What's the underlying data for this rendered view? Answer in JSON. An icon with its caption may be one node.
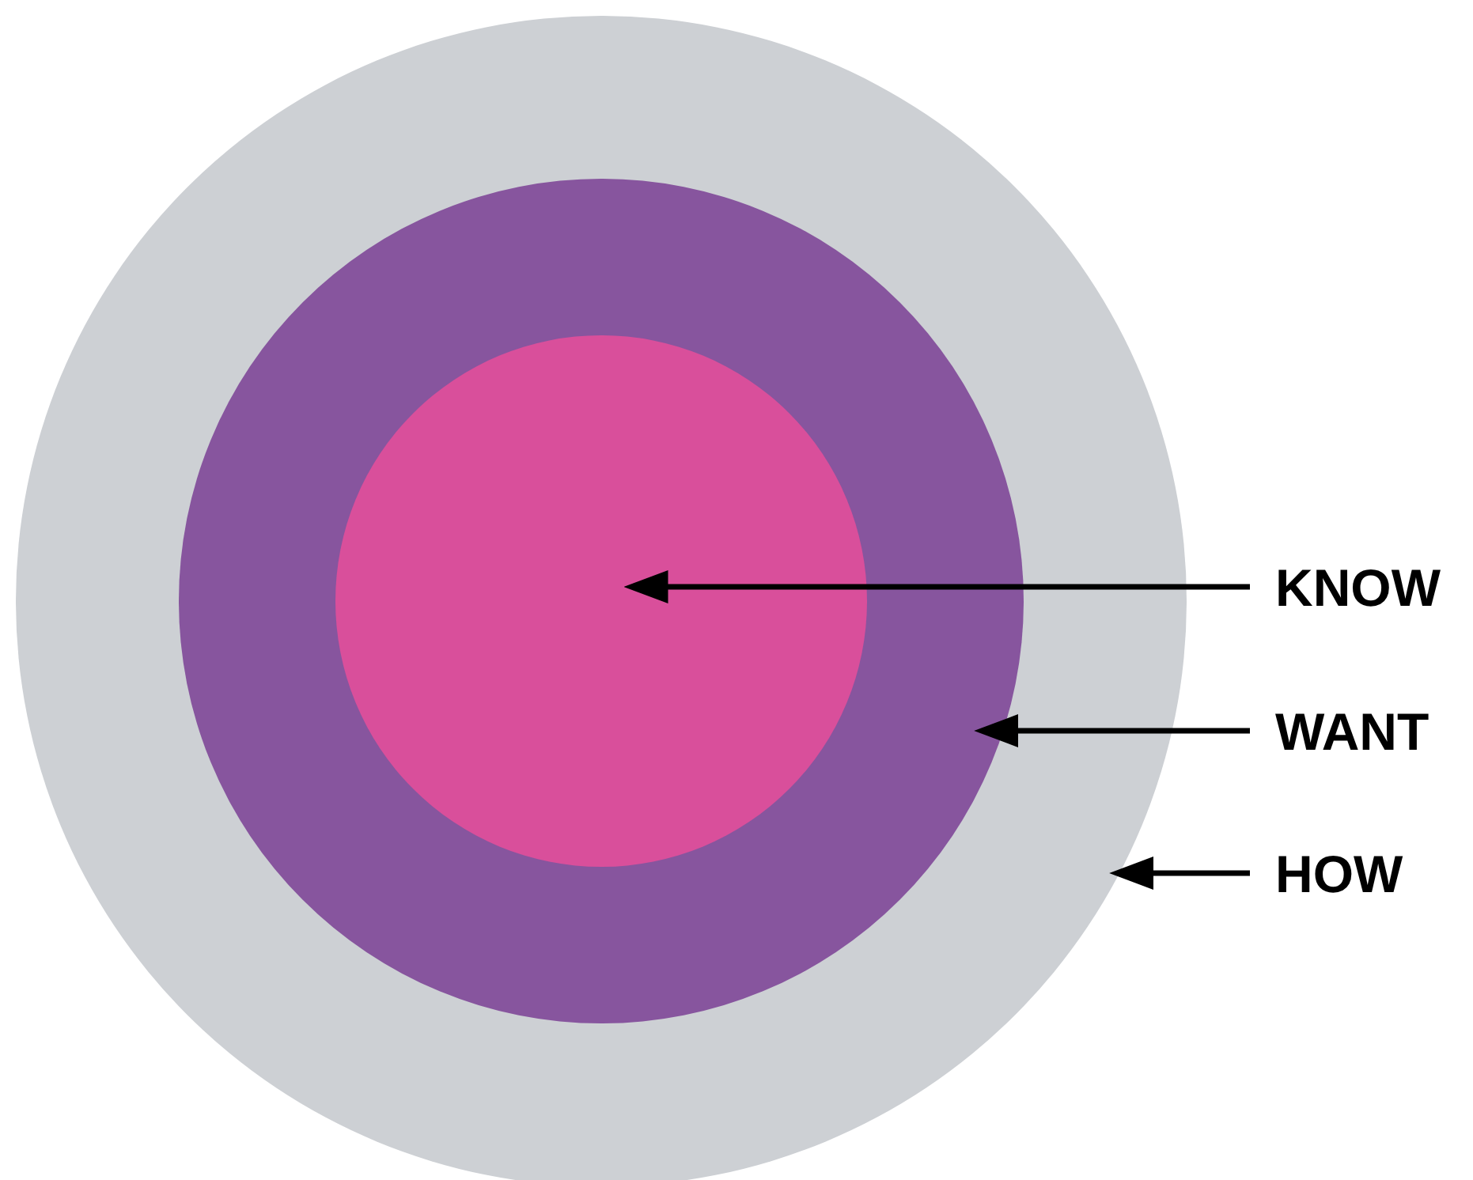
{
  "diagram": {
    "nodes": [
      {
        "text": [],
        "shape": "circle"
      },
      {
        "text": [],
        "shape": "circle",
        "in": 0
      },
      {
        "text": [],
        "shape": "circle",
        "in": 1
      },
      {
        "text": [
          "KNOW"
        ]
      },
      {
        "text": [
          "WANT"
        ]
      },
      {
        "text": [
          "HOW"
        ]
      }
    ],
    "edges": [
      {
        "from": 3,
        "to": 2,
        "arrow": "to"
      },
      {
        "from": 4,
        "to": 1,
        "arrow": "to"
      },
      {
        "from": 5,
        "to": 0,
        "arrow": "to"
      }
    ]
  }
}
